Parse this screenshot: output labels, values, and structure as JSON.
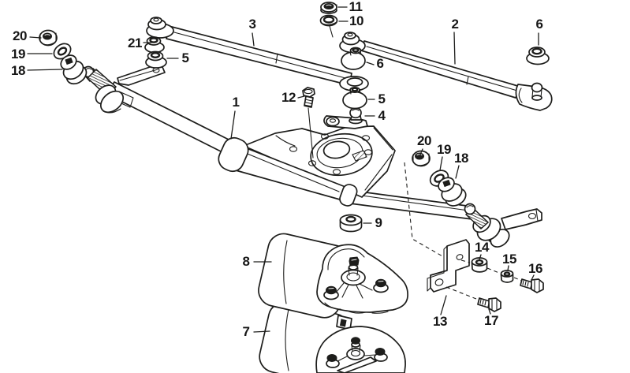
{
  "diagram": {
    "background_color": "#ffffff",
    "line_color": "#1d1d1b",
    "labels": [
      {
        "id": "callout-20-left",
        "text": "20"
      },
      {
        "id": "callout-19-left",
        "text": "19"
      },
      {
        "id": "callout-18-left",
        "text": "18"
      },
      {
        "id": "callout-21",
        "text": "21"
      },
      {
        "id": "callout-5-upper",
        "text": "5"
      },
      {
        "id": "callout-3",
        "text": "3"
      },
      {
        "id": "callout-11",
        "text": "11"
      },
      {
        "id": "callout-10",
        "text": "10"
      },
      {
        "id": "callout-2",
        "text": "2"
      },
      {
        "id": "callout-6-right",
        "text": "6"
      },
      {
        "id": "callout-6-center",
        "text": "6"
      },
      {
        "id": "callout-12",
        "text": "12"
      },
      {
        "id": "callout-5-center",
        "text": "5"
      },
      {
        "id": "callout-4",
        "text": "4"
      },
      {
        "id": "callout-1",
        "text": "1"
      },
      {
        "id": "callout-20-center",
        "text": "20"
      },
      {
        "id": "callout-19-center",
        "text": "19"
      },
      {
        "id": "callout-18-center",
        "text": "18"
      },
      {
        "id": "callout-9",
        "text": "9"
      },
      {
        "id": "callout-8",
        "text": "8"
      },
      {
        "id": "callout-7",
        "text": "7"
      },
      {
        "id": "callout-13",
        "text": "13"
      },
      {
        "id": "callout-14",
        "text": "14"
      },
      {
        "id": "callout-15",
        "text": "15"
      },
      {
        "id": "callout-16",
        "text": "16"
      },
      {
        "id": "callout-17",
        "text": "17"
      }
    ]
  }
}
